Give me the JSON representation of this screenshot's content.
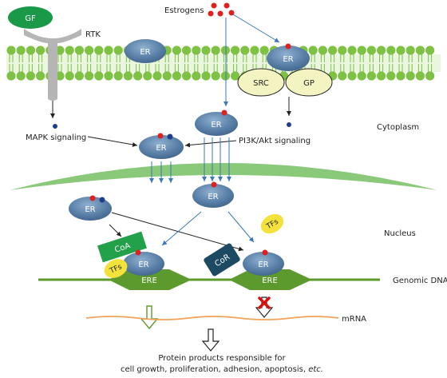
{
  "labels": {
    "gf": "GF",
    "rtk": "RTK",
    "estrogens": "Estrogens",
    "er": "ER",
    "src": "SRC",
    "gp": "GP",
    "mapk": "MAPK signaling",
    "pi3k": "PI3K/Akt signaling",
    "cytoplasm": "Cytoplasm",
    "nucleus": "Nucleus",
    "genomic_dna": "Genomic DNA",
    "coa": "CoA",
    "cor": "CoR",
    "tfs": "TFs",
    "ere": "ERE",
    "mrna": "mRNA",
    "protein_line1": "Protein products responsible for",
    "protein_line2": "cell growth, proliferation, adhesion, apoptosis,",
    "protein_etc": "etc."
  },
  "colors": {
    "membrane_green": "#7dc242",
    "er_blue": "#5a80a8",
    "gf_green": "#1a9a48",
    "src_fill": "#f4f3c2",
    "estrogen_red": "#e02020",
    "phospho_blue": "#1f3d8a",
    "dna_green": "#5d9a2e",
    "tfs_yellow": "#f3e23a",
    "coa_green": "#22a04a",
    "cor_navy": "#1c4a63",
    "mrna_orange": "#f2a35a",
    "arrow_blue": "#3a78b8",
    "block_red": "#dd1010"
  }
}
